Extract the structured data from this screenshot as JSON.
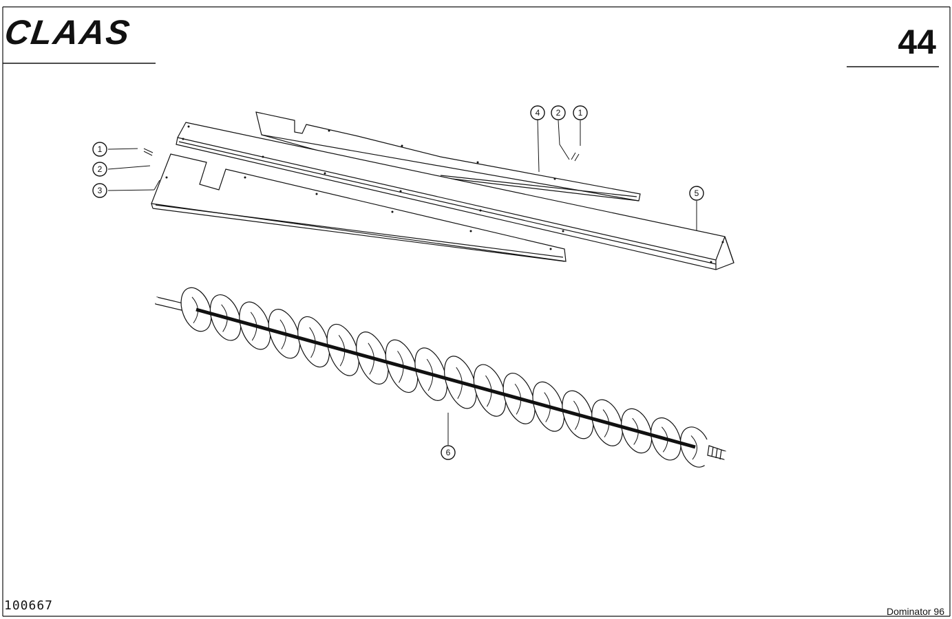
{
  "header": {
    "logo": "CLAAS",
    "page_number": "44"
  },
  "footer": {
    "drawing_number": "100667",
    "model": "Dominator 96"
  },
  "callouts": [
    {
      "id": "c1-left",
      "label": "1"
    },
    {
      "id": "c2-left",
      "label": "2"
    },
    {
      "id": "c3",
      "label": "3"
    },
    {
      "id": "c4",
      "label": "4"
    },
    {
      "id": "c2-right",
      "label": "2"
    },
    {
      "id": "c1-right",
      "label": "1"
    },
    {
      "id": "c5",
      "label": "5"
    },
    {
      "id": "c6",
      "label": "6"
    }
  ],
  "colors": {
    "line": "#111111",
    "background": "#ffffff"
  }
}
